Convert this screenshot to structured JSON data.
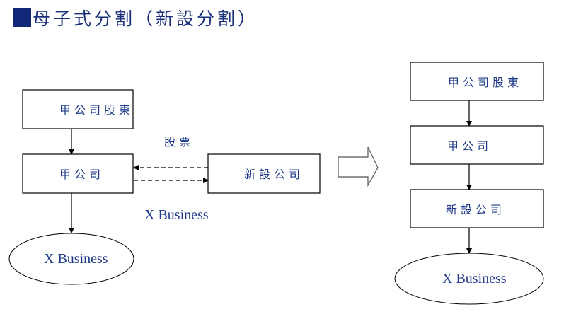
{
  "title": {
    "text": "母子式分割（新設分割）",
    "bullet_color": "#0f2878"
  },
  "left": {
    "shareholders": "甲公司股東",
    "parent": "甲公司",
    "new_company": "新設公司",
    "business": "X Business",
    "arrow_label_shares": "股票",
    "arrow_label_business": "X Business"
  },
  "right": {
    "shareholders": "甲公司股東",
    "parent": "甲公司",
    "new_company": "新設公司",
    "business": "X Business"
  },
  "colors": {
    "text": "#1f3a8a",
    "stroke": "#000000"
  }
}
